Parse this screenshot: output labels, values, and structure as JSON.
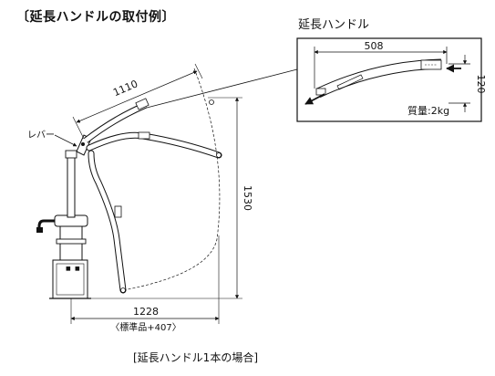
{
  "title": "〔延長ハンドルの取付例〕",
  "inset": {
    "title": "延長ハンドル",
    "length": "508",
    "height": "120",
    "weight": "質量:2kg"
  },
  "main": {
    "lever_label": "レバー",
    "handle_length": "1110",
    "total_height": "1530",
    "sweep_width": "1228",
    "sweep_note": "〈標準品+407〉"
  },
  "caption": "[延長ハンドル1本の場合]"
}
